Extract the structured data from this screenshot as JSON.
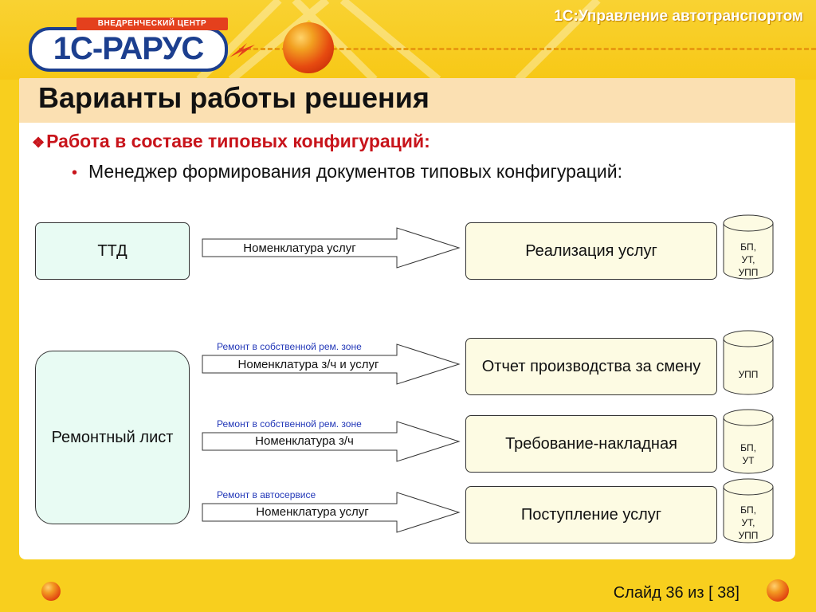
{
  "header": {
    "app_title": "1С:Управление автотранспортом",
    "logo_banner": "ВНЕДРЕНЧЕСКИЙ ЦЕНТР",
    "logo_text": "1С-РАРУС"
  },
  "slide": {
    "title": "Варианты работы решения",
    "heading": "Работа в составе типовых конфигураций:",
    "subheading": "Менеджер формирования документов типовых конфигураций:",
    "number": "Слайд 36 из [ 38]"
  },
  "icons": {
    "heading_bullet": "diamond-cluster-icon",
    "sub_bullet": "bullet-dot-icon"
  },
  "colors": {
    "heading": "#c8141b",
    "note": "#2338b8",
    "source_box": "#e8fbf3",
    "target_box": "#fdfbe3",
    "background": "#f8cf1e"
  },
  "diagram": {
    "sources": {
      "ttd": "ТТД",
      "repair_sheet": "Ремонтный лист"
    },
    "flows": [
      {
        "note": "",
        "label": "Номенклатура услуг",
        "target": "Реализация услуг",
        "db": [
          "БП,",
          "УТ,",
          "УПП"
        ]
      },
      {
        "note": "Ремонт в собственной рем. зоне",
        "label": "Номенклатура з/ч и услуг",
        "target": "Отчет производства за смену",
        "db": [
          "УПП"
        ]
      },
      {
        "note": "Ремонт в собственной рем. зоне",
        "label": "Номенклатура з/ч",
        "target": "Требование-накладная",
        "db": [
          "БП,",
          "УТ"
        ]
      },
      {
        "note": "Ремонт в автосервисе",
        "label": "Номенклатура услуг",
        "target": "Поступление услуг",
        "db": [
          "БП,",
          "УТ,",
          "УПП"
        ]
      }
    ]
  }
}
